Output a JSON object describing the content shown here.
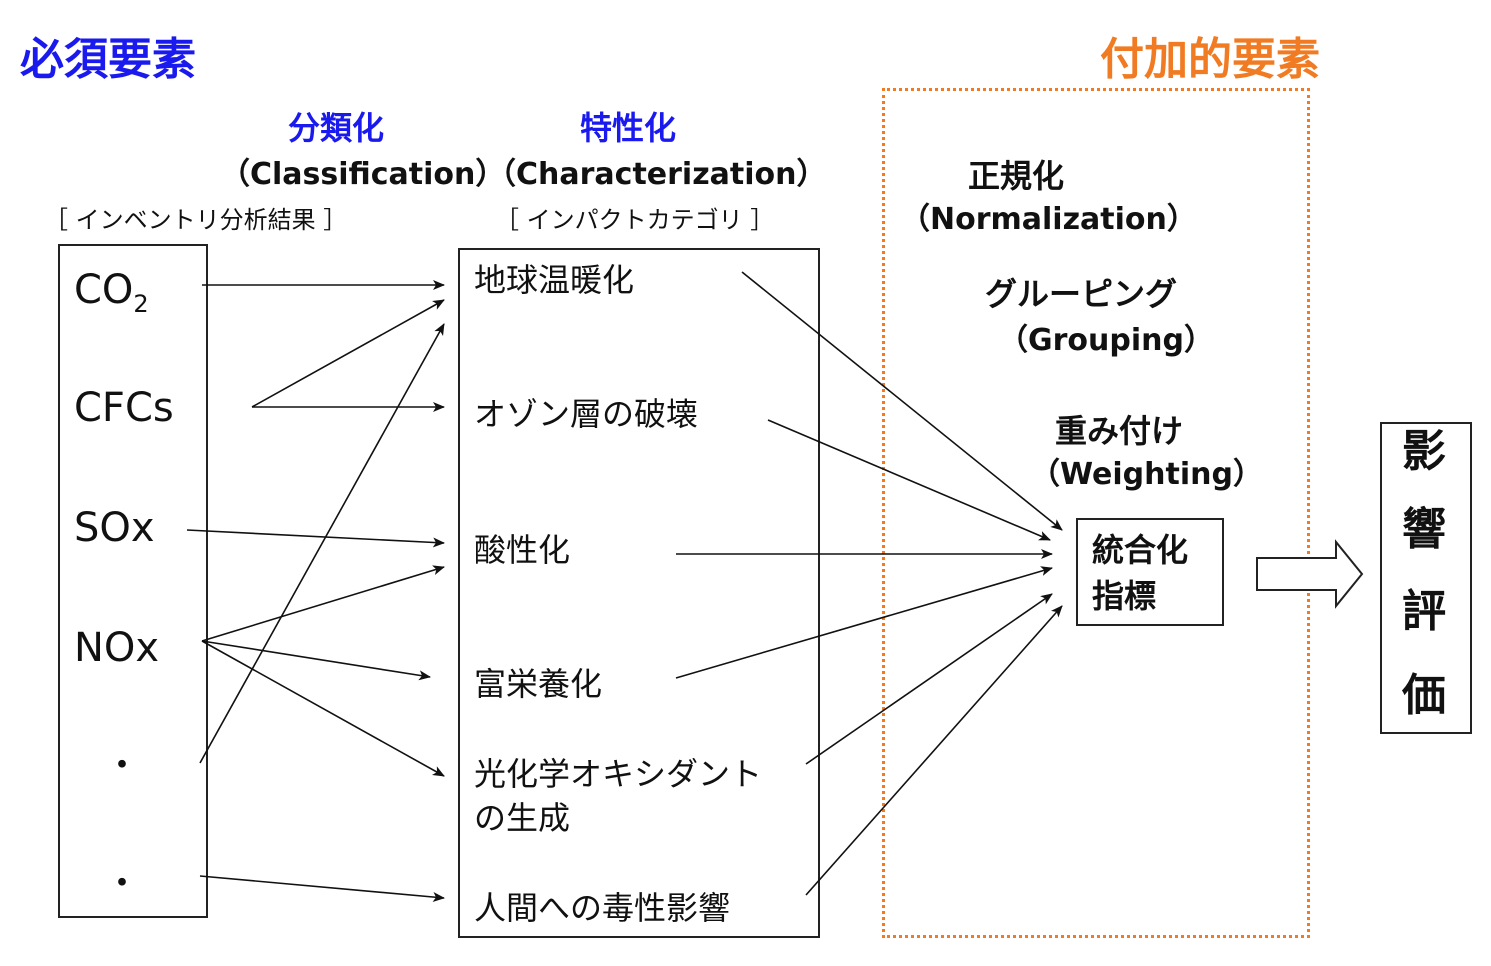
{
  "headings": {
    "essential": "必須要素",
    "optional": "付加的要素"
  },
  "steps": {
    "classification": {
      "jp": "分類化",
      "en": "（Classification）"
    },
    "characterization": {
      "jp": "特性化",
      "en": "（Characterization）"
    },
    "normalization": {
      "jp": "正規化",
      "en": "（Normalization）"
    },
    "grouping": {
      "jp": "グルーピング",
      "en": "（Grouping）"
    },
    "weighting": {
      "jp": "重み付け",
      "en": "（Weighting）"
    }
  },
  "inventory": {
    "label": "［ インベントリ分析結果 ］",
    "items": [
      "CO",
      "CFCs",
      "SOx",
      "NOx",
      "・",
      "・"
    ],
    "co2_subscript": "2"
  },
  "impact": {
    "label": "［ インパクトカテゴリ ］",
    "categories": [
      "地球温暖化",
      "オゾン層の破壊",
      "酸性化",
      "富栄養化",
      "光化学オキシダント",
      "の生成",
      "人間への毒性影響"
    ]
  },
  "integrated": {
    "line1": "統合化",
    "line2": "指標"
  },
  "result": {
    "chars": [
      "影",
      "響",
      "評",
      "価"
    ]
  },
  "colors": {
    "essential_heading": "#1a1aee",
    "optional_heading": "#f07b22",
    "dotted_border": "#f07b22"
  }
}
